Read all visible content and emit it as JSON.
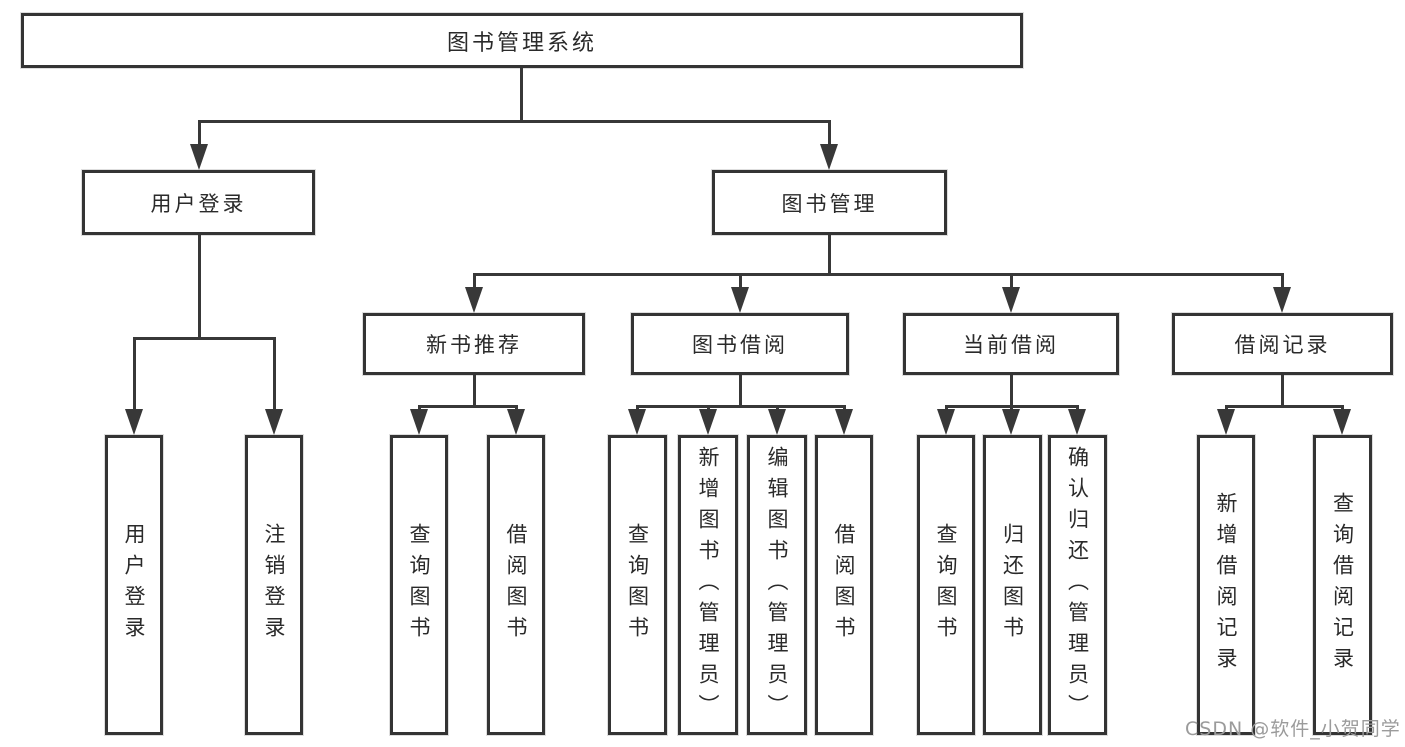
{
  "diagram": {
    "type": "tree",
    "title": "图书管理系统",
    "watermark": "CSDN @软件_小贺同学",
    "colors": {
      "background": "#ffffff",
      "box_border": "#343434",
      "line": "#383838",
      "text": "#2a2a2a",
      "watermark": "#9b9b9b"
    },
    "nodes": {
      "root": "图书管理系统",
      "user_login": "用户登录",
      "book_mgmt": "图书管理",
      "new_books": "新书推荐",
      "book_borrow": "图书借阅",
      "current_borrow": "当前借阅",
      "borrow_records": "借阅记录",
      "login": "用户登录",
      "logout": "注销登录",
      "nb_query": "查询图书",
      "nb_borrow": "借阅图书",
      "bb_query": "查询图书",
      "bb_add": "新增图书（管理员）",
      "bb_edit": "编辑图书（管理员）",
      "bb_borrow": "借阅图书",
      "cb_query": "查询图书",
      "cb_return": "归还图书",
      "cb_confirm": "确认归还（管理员）",
      "br_add": "新增借阅记录",
      "br_query": "查询借阅记录"
    },
    "hierarchy": {
      "图书管理系统": {
        "用户登录": [
          "用户登录",
          "注销登录"
        ],
        "图书管理": {
          "新书推荐": [
            "查询图书",
            "借阅图书"
          ],
          "图书借阅": [
            "查询图书",
            "新增图书（管理员）",
            "编辑图书（管理员）",
            "借阅图书"
          ],
          "当前借阅": [
            "查询图书",
            "归还图书",
            "确认归还（管理员）"
          ],
          "借阅记录": [
            "新增借阅记录",
            "查询借阅记录"
          ]
        }
      }
    }
  }
}
